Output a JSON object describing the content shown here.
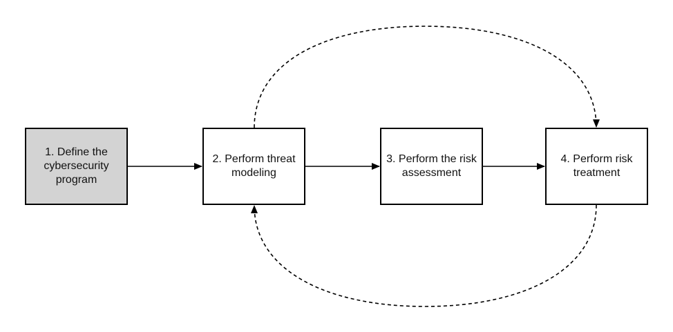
{
  "diagram": {
    "steps": [
      {
        "id": "step-1",
        "label": "1. Define the\ncybersecurity\nprogram",
        "highlighted": true
      },
      {
        "id": "step-2",
        "label": "2. Perform threat\nmodeling",
        "highlighted": false
      },
      {
        "id": "step-3",
        "label": "3. Perform the risk\nassessment",
        "highlighted": false
      },
      {
        "id": "step-4",
        "label": "4. Perform risk\ntreatment",
        "highlighted": false
      }
    ],
    "colors": {
      "highlight_fill": "#d3d3d3",
      "box_fill": "#ffffff",
      "stroke": "#000000"
    }
  }
}
